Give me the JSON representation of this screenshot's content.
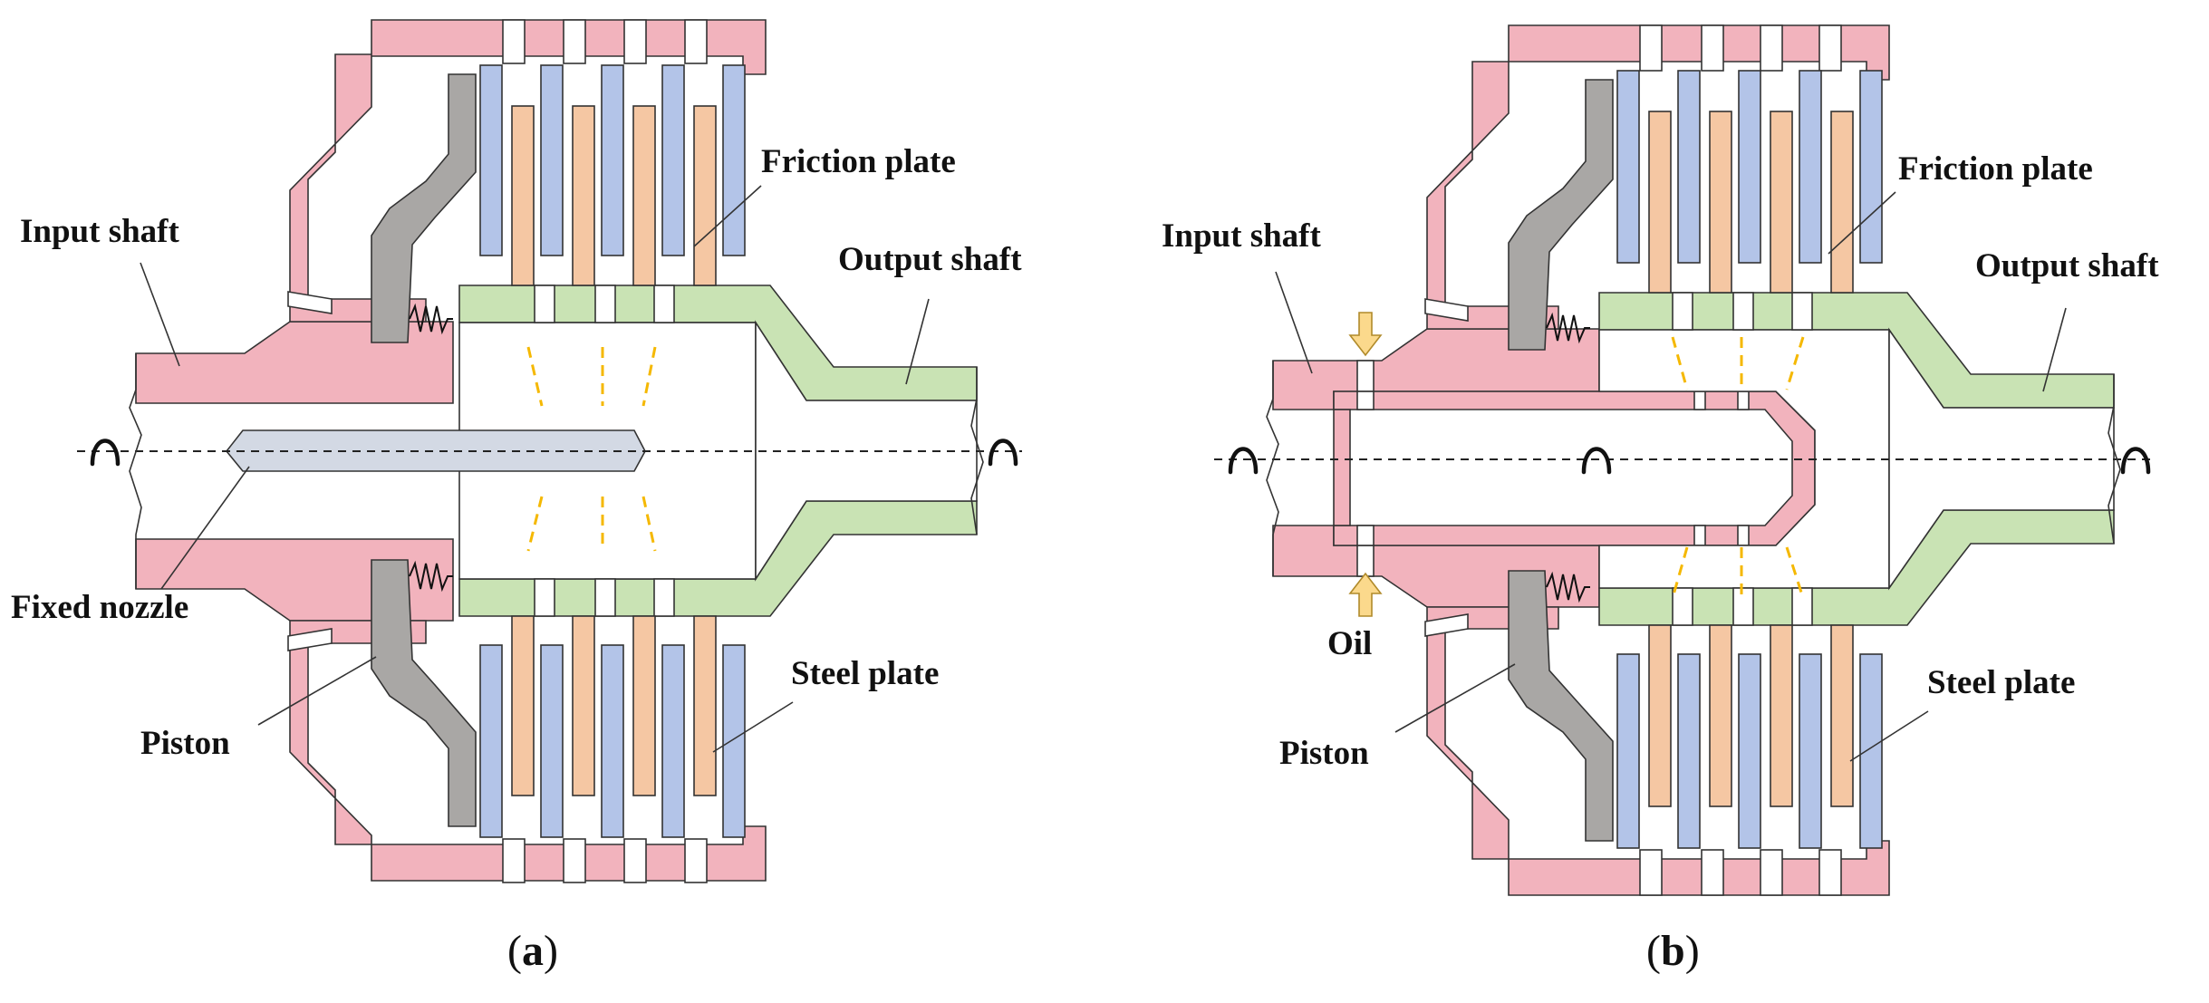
{
  "colors": {
    "housing": "#f2b3bd",
    "output_shaft": "#c9e3b4",
    "piston": "#a9a7a5",
    "steel_plate": "#b3c4e8",
    "friction_plate": "#f5c7a3",
    "nozzle": "#d3d9e4",
    "oil_spray": "#f5b800",
    "oil_arrow": "#fbd98c",
    "outline": "#333333"
  },
  "icons": {
    "rotation": "rotation-arrow-icon",
    "oil_inlet": "arrow-icon",
    "return_spring": "spring-icon"
  },
  "panel_a": {
    "caption_open": "(",
    "caption_letter": "a",
    "caption_close": ")",
    "labels": {
      "input_shaft": "Input shaft",
      "friction_plate": "Friction plate",
      "output_shaft": "Output shaft",
      "fixed_nozzle": "Fixed nozzle",
      "piston": "Piston",
      "steel_plate": "Steel plate"
    }
  },
  "panel_b": {
    "caption_open": "(",
    "caption_letter": "b",
    "caption_close": ")",
    "labels": {
      "input_shaft": "Input shaft",
      "friction_plate": "Friction plate",
      "output_shaft": "Output shaft",
      "oil": "Oil",
      "piston": "Piston",
      "steel_plate": "Steel plate"
    }
  }
}
